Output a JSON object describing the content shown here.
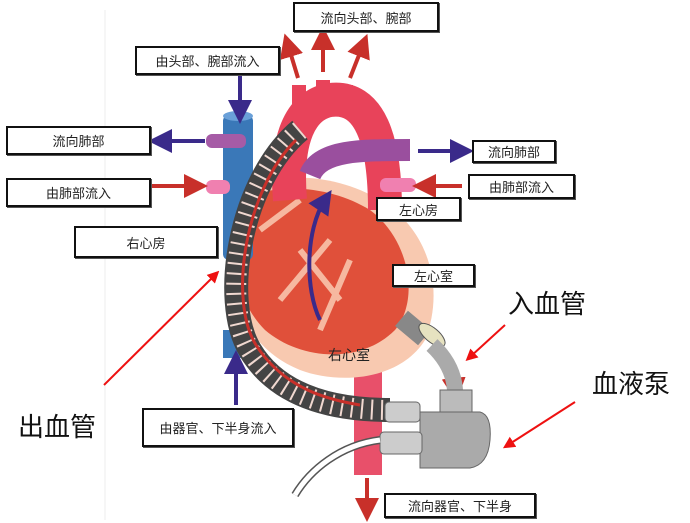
{
  "labels": {
    "to_head_arms": "流向头部、腕部",
    "from_head_arms": "由头部、腕部流入",
    "to_lungs_left": "流向肺部",
    "to_lungs_right": "流向肺部",
    "from_lungs_left": "由肺部流入",
    "from_lungs_right": "由肺部流入",
    "left_atrium": "左心房",
    "right_atrium": "右心房",
    "left_ventricle": "左心室",
    "right_ventricle": "右心室",
    "from_organs_lower": "由器官、下半身流入",
    "to_organs_lower": "流向器官、下半身",
    "inflow_cannula": "入血管",
    "blood_pump": "血液泵",
    "outflow_cannula": "出血管"
  },
  "colors": {
    "artery": "#e8435a",
    "vein": "#3a78b8",
    "pulmonary": "#9a4f9e",
    "muscle": "#e0503a",
    "body": "#f8c9b0",
    "arrow_red": "#c8302a",
    "arrow_blue": "#3a2a8a",
    "pointer": "#ee1111"
  }
}
